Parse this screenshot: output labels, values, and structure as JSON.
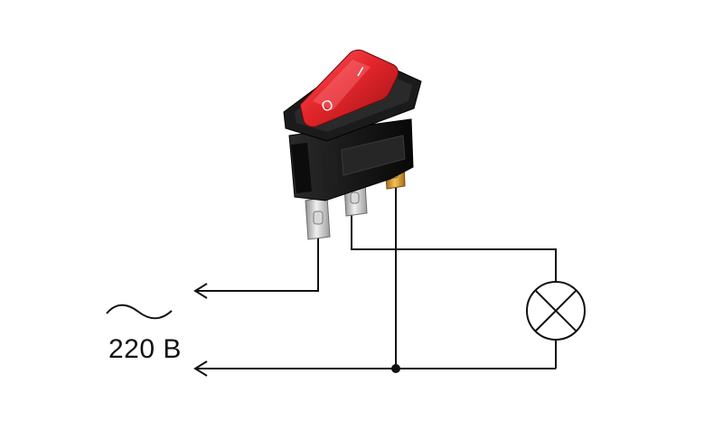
{
  "switch": {
    "on_mark": "I",
    "off_mark": "O",
    "rocker_color": "#e3262b",
    "housing_color": "#171717",
    "terminal_colors": [
      "#c9c9c9",
      "#d9a23a"
    ]
  },
  "power": {
    "ac_symbol": "~",
    "voltage_label": "220 В"
  },
  "colors": {
    "wire": "#111111",
    "background": "#ffffff"
  },
  "components": {
    "lamp": "lamp-symbol",
    "junction": "junction-dot"
  }
}
